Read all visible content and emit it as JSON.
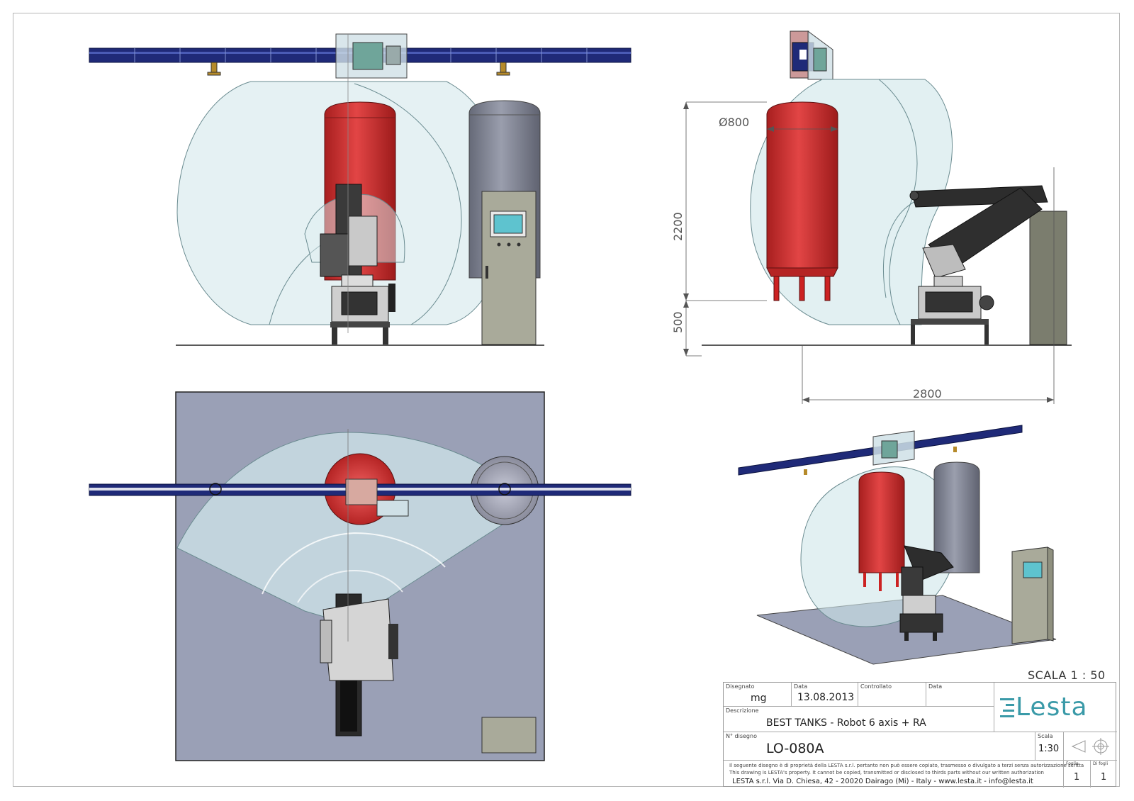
{
  "scale_label": "SCALA 1 : 50",
  "dimensions": {
    "diameter": "Ø800",
    "height_tank": "2200",
    "height_base": "500",
    "width": "2800"
  },
  "title_block": {
    "designed_caption": "Disegnato",
    "designed_by": "mg",
    "date_caption": "Data",
    "date_value": "13.08.2013",
    "checked_caption": "Controllato",
    "checked_date_caption": "Data",
    "description_caption": "Descrizione",
    "description": "BEST TANKS - Robot 6 axis + RA",
    "drawing_no_caption": "N° disegno",
    "drawing_no": "LO-080A",
    "scale_caption": "Scala",
    "scale_value": "1:30",
    "sheet_caption": "Foglio",
    "sheet_value": "1",
    "sheets_caption": "Di fogli",
    "sheets_value": "1",
    "notice_it": "Il seguente disegno è di proprietà della LESTA s.r.l. pertanto non può essere copiato, trasmesso o divulgato a terzi senza autorizzazione scritta",
    "notice_en": "This drawing is LESTA's property. It cannot be copied, transmitted or disclosed to thirds parts without our written authorization",
    "address": "LESTA s.r.l. Via D. Chiesa, 42 - 20020 Dairago (Mi) - Italy  -  www.lesta.it  -  info@lesta.it",
    "logo": "Lesta"
  },
  "colors": {
    "rail": "#1f2a78",
    "tank_red": "#cc2f2f",
    "tank_gray": "#7d808c",
    "envelope": "#cfe6ea",
    "floor_plan": "#9aa0b6",
    "cabinet": "#a9aa9a",
    "screen": "#5ec3cf",
    "logo": "#3a9aa8"
  }
}
